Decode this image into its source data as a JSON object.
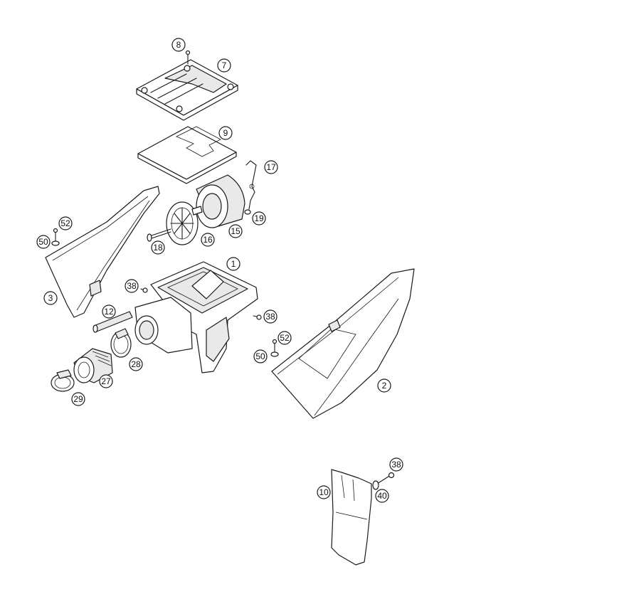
{
  "colors": {
    "outline": "#1a1a1a",
    "fill": "#ffffff",
    "shade": "#e9e9e9"
  },
  "callouts": {
    "c1": "1",
    "c2": "2",
    "c3": "3",
    "c7": "7",
    "c8": "8",
    "c9": "9",
    "c10": "10",
    "c12": "12",
    "c15": "15",
    "c16": "16",
    "c17": "17",
    "c18": "18",
    "c19": "19",
    "c27": "27",
    "c28": "28",
    "c29": "29",
    "c38a": "38",
    "c38b": "38",
    "c38c": "38",
    "c40": "40",
    "c50a": "50",
    "c50b": "50",
    "c52a": "52",
    "c52b": "52"
  }
}
